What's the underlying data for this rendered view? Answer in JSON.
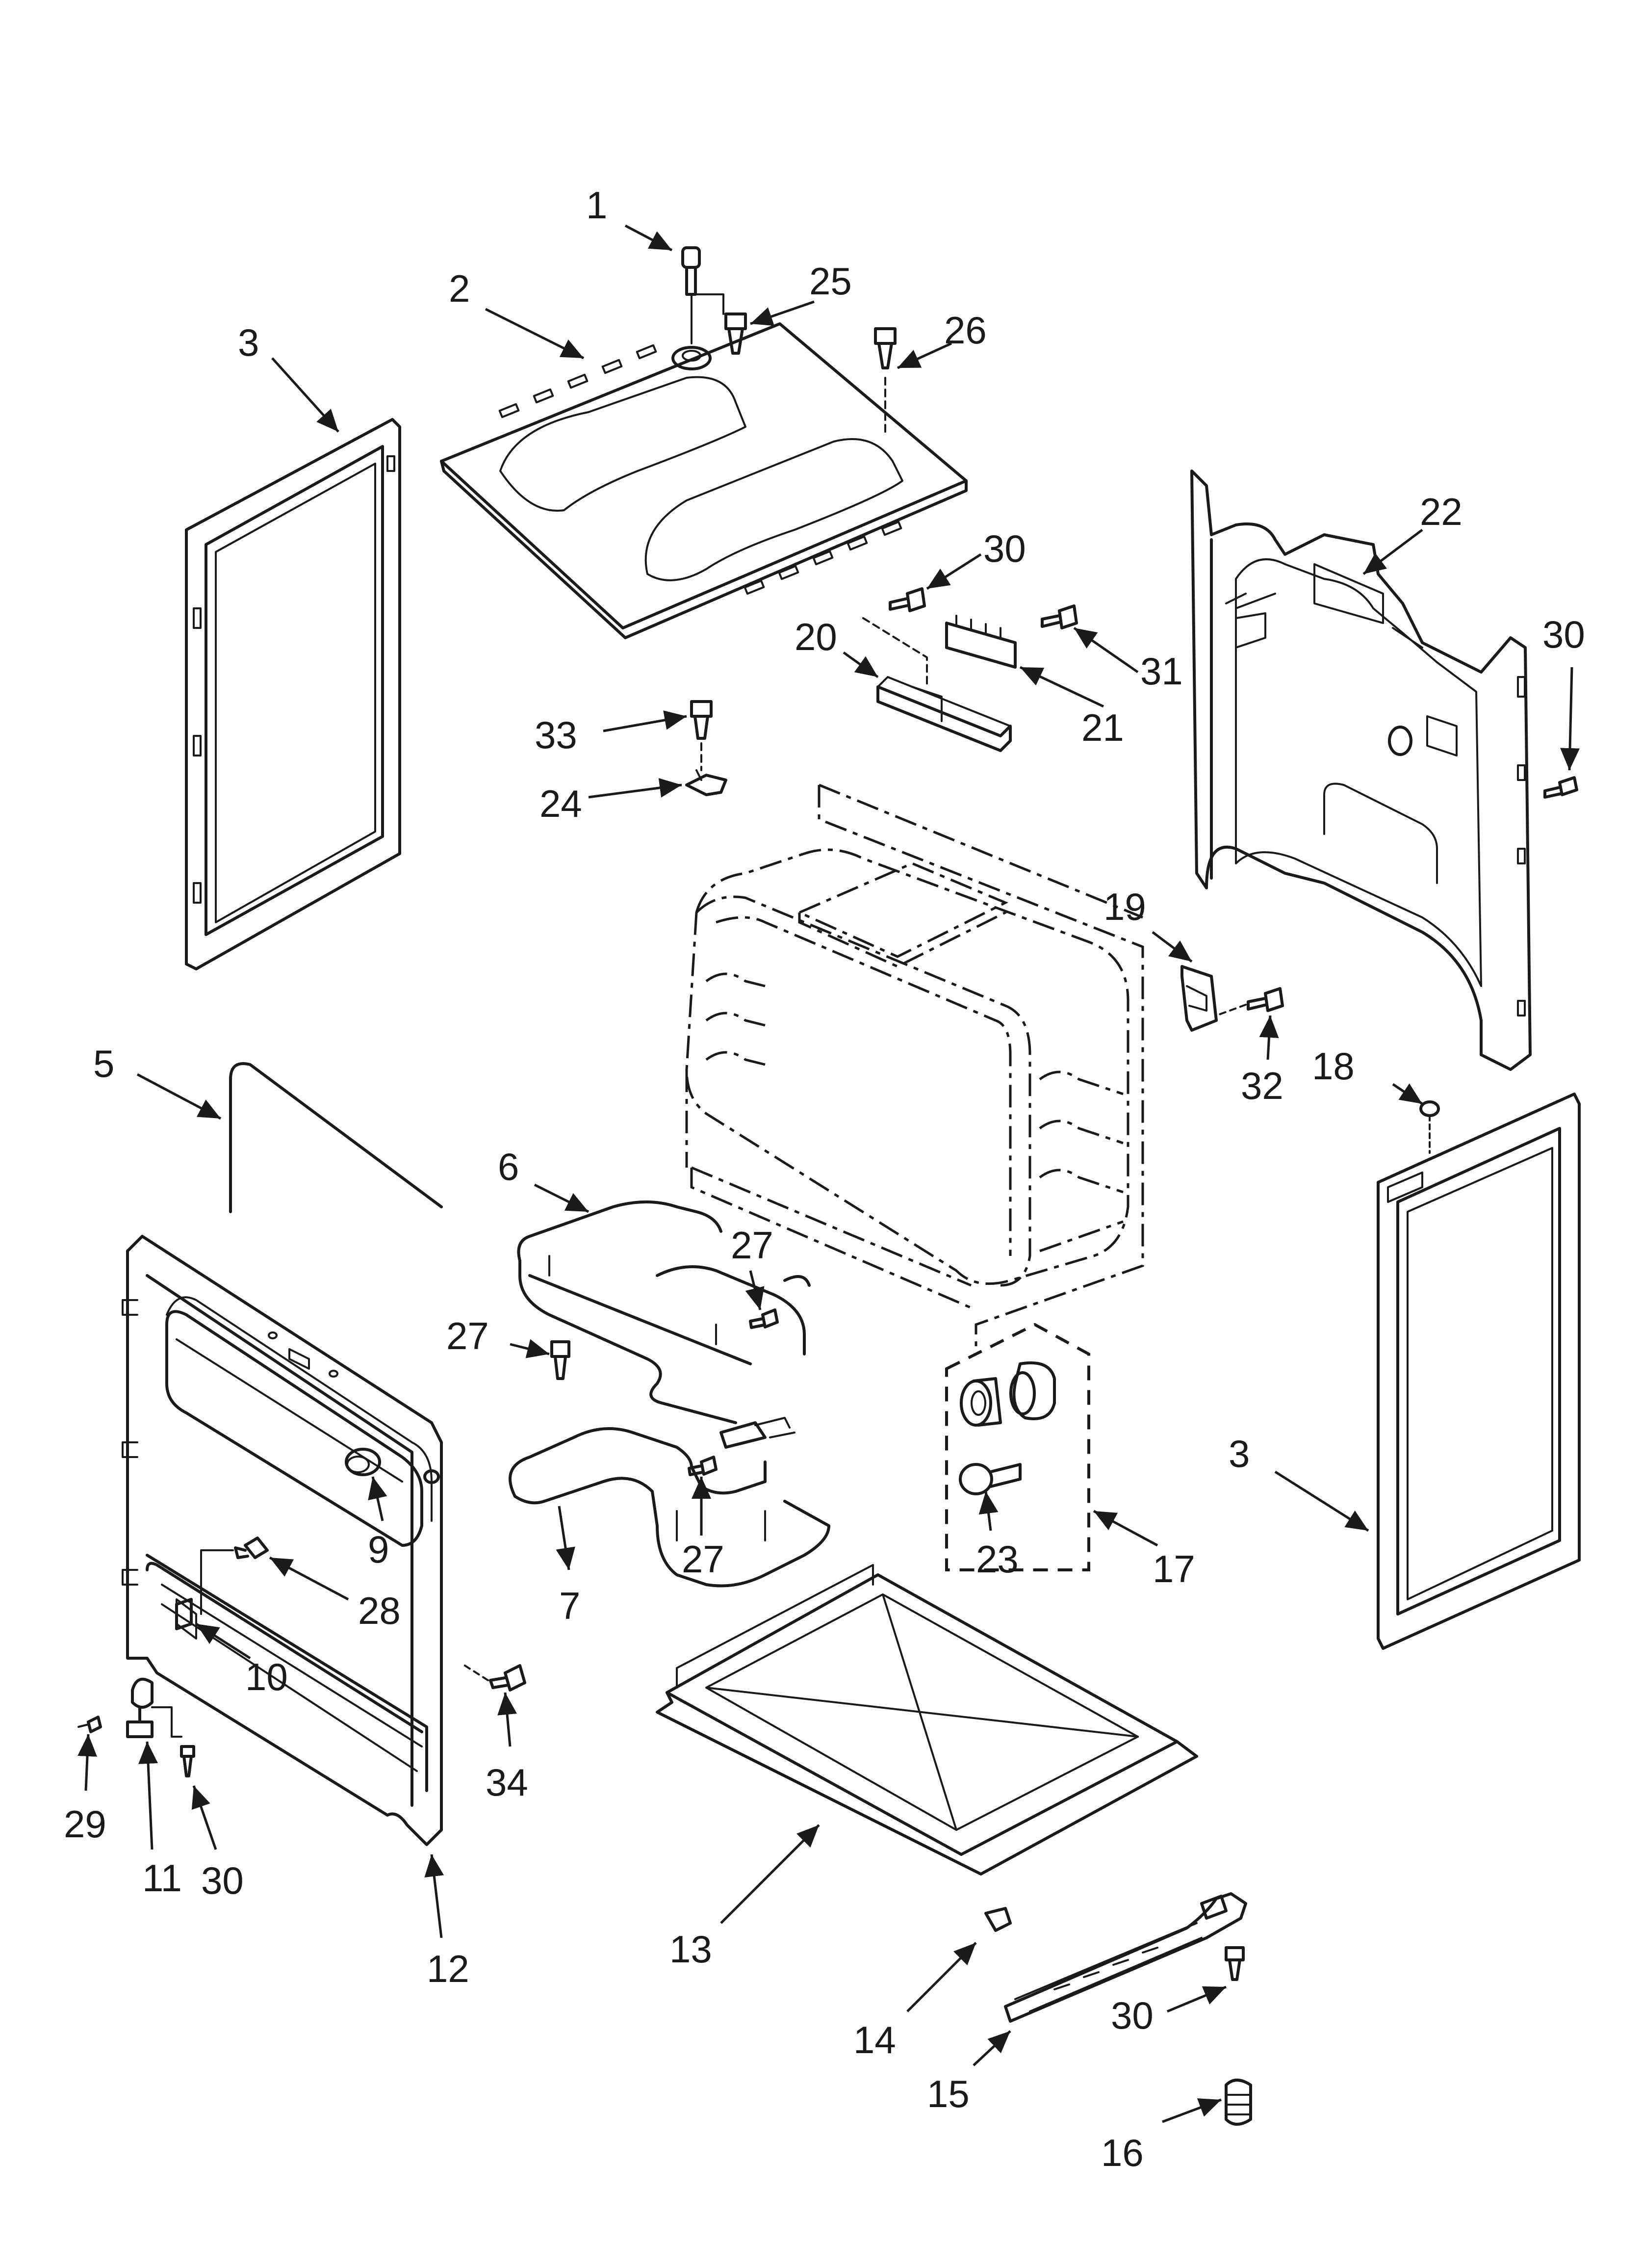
{
  "callouts": [
    {
      "id": "c1",
      "text": "1"
    },
    {
      "id": "c2",
      "text": "2"
    },
    {
      "id": "c3a",
      "text": "3"
    },
    {
      "id": "c3b",
      "text": "3"
    },
    {
      "id": "c5",
      "text": "5"
    },
    {
      "id": "c6",
      "text": "6"
    },
    {
      "id": "c7",
      "text": "7"
    },
    {
      "id": "c9",
      "text": "9"
    },
    {
      "id": "c10",
      "text": "10"
    },
    {
      "id": "c11",
      "text": "11"
    },
    {
      "id": "c12",
      "text": "12"
    },
    {
      "id": "c13",
      "text": "13"
    },
    {
      "id": "c14",
      "text": "14"
    },
    {
      "id": "c15",
      "text": "15"
    },
    {
      "id": "c16",
      "text": "16"
    },
    {
      "id": "c17",
      "text": "17"
    },
    {
      "id": "c18",
      "text": "18"
    },
    {
      "id": "c19",
      "text": "19"
    },
    {
      "id": "c20",
      "text": "20"
    },
    {
      "id": "c21",
      "text": "21"
    },
    {
      "id": "c22",
      "text": "22"
    },
    {
      "id": "c23",
      "text": "23"
    },
    {
      "id": "c24",
      "text": "24"
    },
    {
      "id": "c25",
      "text": "25"
    },
    {
      "id": "c26",
      "text": "26"
    },
    {
      "id": "c27a",
      "text": "27"
    },
    {
      "id": "c27b",
      "text": "27"
    },
    {
      "id": "c27c",
      "text": "27"
    },
    {
      "id": "c28",
      "text": "28"
    },
    {
      "id": "c29",
      "text": "29"
    },
    {
      "id": "c30a",
      "text": "30"
    },
    {
      "id": "c30b",
      "text": "30"
    },
    {
      "id": "c30c",
      "text": "30"
    },
    {
      "id": "c30d",
      "text": "30"
    },
    {
      "id": "c31",
      "text": "31"
    },
    {
      "id": "c32",
      "text": "32"
    },
    {
      "id": "c33",
      "text": "33"
    },
    {
      "id": "c34",
      "text": "34"
    }
  ],
  "colors": {
    "ink": "#1a1a1a",
    "paper": "#ffffff"
  }
}
